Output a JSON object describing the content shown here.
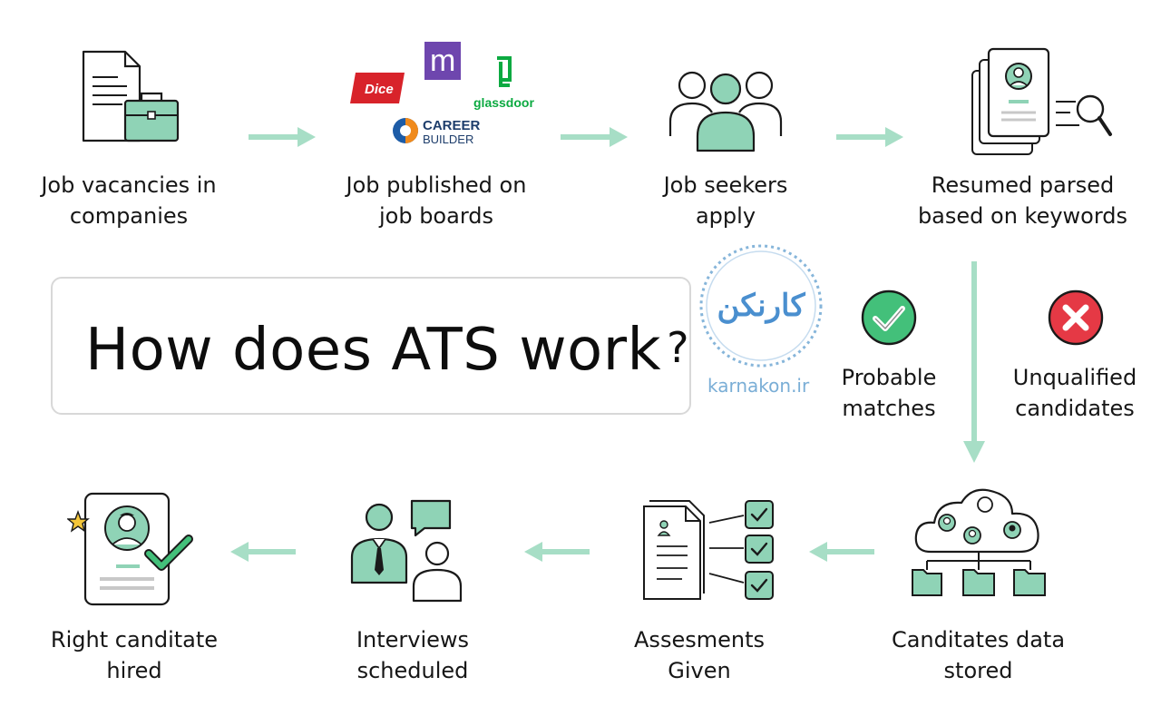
{
  "diagram": {
    "title": "How does ATS work?",
    "title_main": "How does ATS work",
    "title_mark": "?",
    "steps": [
      {
        "line1": "Job vacancies in",
        "line2": "companies"
      },
      {
        "line1": "Job published on",
        "line2": "job boards"
      },
      {
        "line1": "Job seekers",
        "line2": "apply"
      },
      {
        "line1": "Resumed parsed",
        "line2": "based on keywords"
      },
      {
        "line1": "Canditates data",
        "line2": "stored"
      },
      {
        "line1": "Assesments",
        "line2": "Given"
      },
      {
        "line1": "Interviews",
        "line2": "scheduled"
      },
      {
        "line1": "Right canditate",
        "line2": "hired"
      }
    ],
    "branches": {
      "probable": {
        "line1": "Probable",
        "line2": "matches"
      },
      "unqualified": {
        "line1": "Unqualified",
        "line2": "candidates"
      }
    },
    "job_boards": {
      "dice": "Dice",
      "monster": "m",
      "glassdoor": "glassdoor",
      "careerbuilder_line1": "CAREER",
      "careerbuilder_line2": "BUILDER"
    },
    "watermark": {
      "logo_text": "کارنکن",
      "url": "karnakon.ir"
    },
    "colors": {
      "accent": "#8fd3b6",
      "arrow": "#a7dec6",
      "check": "#43c07a",
      "cross": "#e53945",
      "stroke": "#1a1a1a",
      "dice": "#d8232a",
      "monster": "#6e46ae",
      "glassdoor": "#0caa41",
      "careerbuilder": "#1d5ca7",
      "watermark": "#7aaed6"
    }
  }
}
